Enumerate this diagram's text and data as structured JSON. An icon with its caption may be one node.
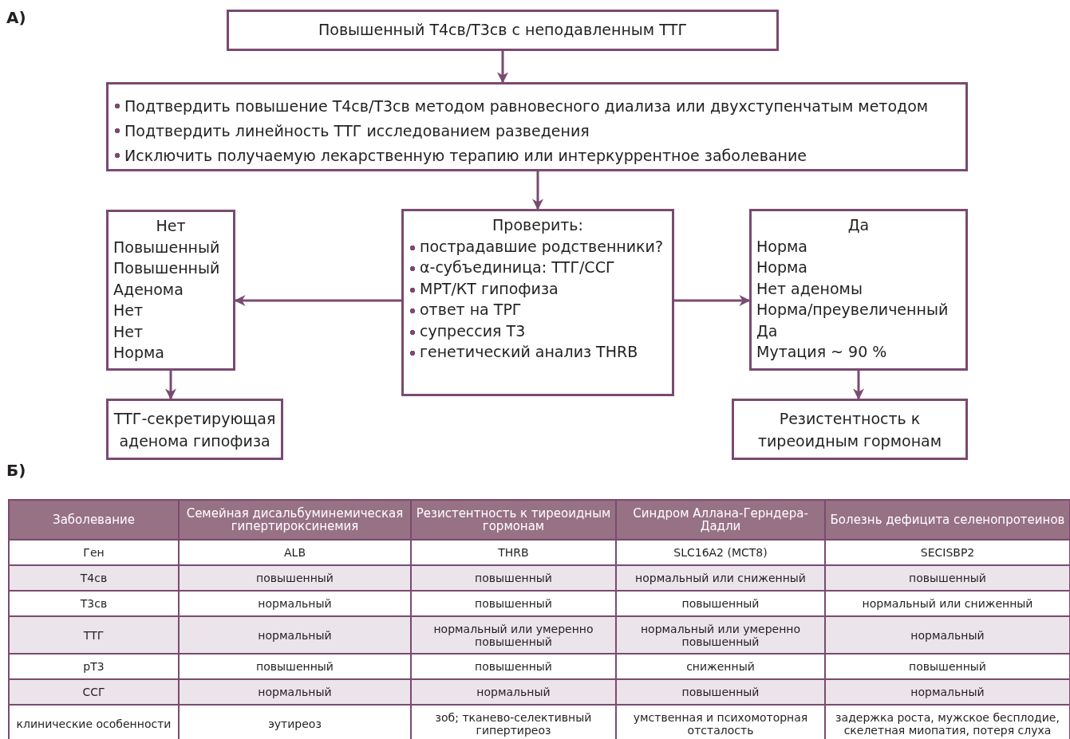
{
  "diagram": {
    "nodes": [
      {
        "text": [
          "Повышенный Т4св/Т3св с неподавленным ТТГ"
        ]
      },
      {
        "text": [
          "Подтвердить повышение Т4св/Т3св методом равновесного диализа или двухступенчатым методом",
          "Подтвердить линейность ТТГ исследованием разведения",
          "Исключить получаемую лекарственную терапию или интеркуррентное заболевание"
        ]
      },
      {
        "text": [
          "Нет",
          "Повышенный",
          "Повышенный",
          "Аденома",
          "Нет",
          "Нет",
          "Норма"
        ]
      },
      {
        "text": [
          "Проверить:",
          "пострадавшие родственники?",
          "α-субъединица: ТТГ/ССГ",
          "МРТ/КТ гипофиза",
          "ответ на ТРГ",
          "супрессия Т3",
          "генетический анализ THRB"
        ]
      },
      {
        "text": [
          "Да",
          "Норма",
          "Норма",
          "Нет аденомы",
          "Норма/преувеличенный",
          "Да",
          "Мутация ~ 90 %"
        ]
      },
      {
        "text": [
          "ТТГ-секретирующая аденома гипофиза"
        ]
      },
      {
        "text": [
          "Резистентность к тиреоидным гормонам"
        ]
      }
    ],
    "edges": [
      {
        "from": 0,
        "to": 1,
        "arrow": "to"
      },
      {
        "from": 1,
        "to": 3,
        "arrow": "to"
      },
      {
        "from": 3,
        "to": 2,
        "arrow": "to"
      },
      {
        "from": 3,
        "to": 4,
        "arrow": "to"
      },
      {
        "from": 2,
        "to": 5,
        "arrow": "to"
      },
      {
        "from": 4,
        "to": 6,
        "arrow": "to"
      }
    ],
    "labels": [
      "А)",
      "Б)",
      "Заболевание",
      "Семейная дисальбуминемическая гипертироксинемия",
      "Резистентность к тиреоидным гормонам",
      "Синдром Аллана-Герндера-Дадли",
      "Болезнь дефицита селенопротеинов",
      "Ген",
      "ALB",
      "THRB",
      "SLC16A2 (MCT8)",
      "SECISBP2",
      "Т4св",
      "повышенный",
      "повышенный",
      "нормальный или сниженный",
      "повышенный",
      "Т3св",
      "нормальный",
      "повышенный",
      "повышенный",
      "нормальный или сниженный",
      "ТТГ",
      "нормальный",
      "нормальный или умеренно повышенный",
      "нормальный или умеренно повышенный",
      "нормальный",
      "рТ3",
      "повышенный",
      "повышенный",
      "сниженный",
      "повышенный",
      "ССГ",
      "нормальный",
      "нормальный",
      "повышенный",
      "нормальный",
      "клинические особенности",
      "эутиреоз",
      "зоб; тканево-селективный гипертиреоз",
      "умственная и психомоторная отсталость",
      "задержка роста, мужское бесплодие, скелетная миопатия, потеря слуха"
    ]
  }
}
